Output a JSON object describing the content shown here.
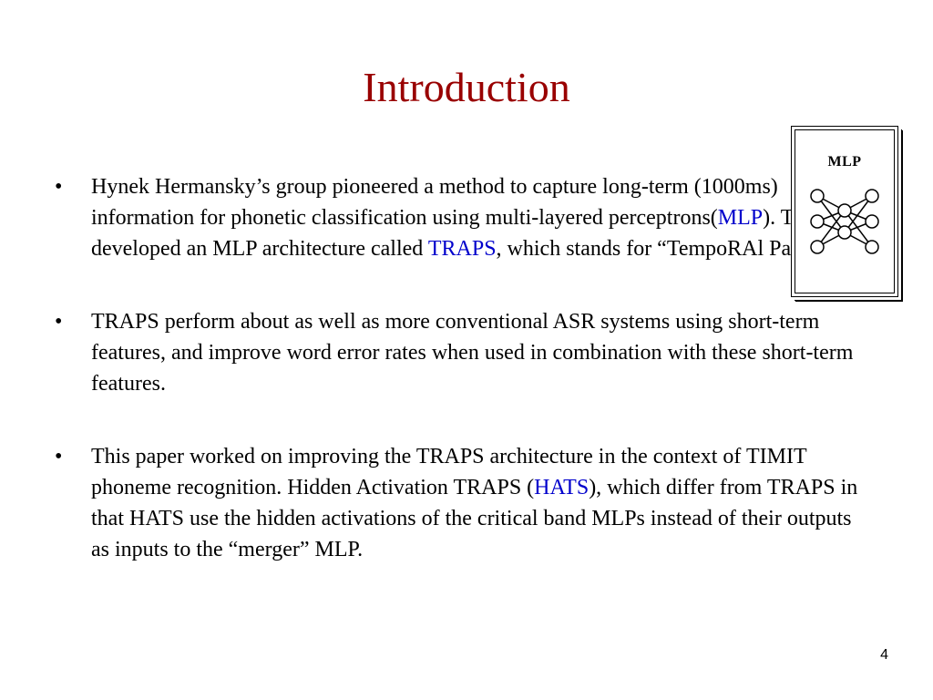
{
  "slide": {
    "title": "Introduction",
    "page_number": "4"
  },
  "bullets": [
    {
      "marker": "•",
      "text_before": "Hynek Hermansky’s group pioneered a method to capture long-term (",
      "text_mid1": "1000ms) information for phonetic classification using multi-layered perceptrons(",
      "term1": "MLP",
      "text_mid2": "). They developed an MLP architecture called ",
      "term2": "TRAPS",
      "text_after": ", which stands for “TempoRAl PatternS”"
    },
    {
      "marker": "•",
      "text": "TRAPS perform about as well as more conventional ASR systems using short-term features, and improve word error rates when used in combination with these short-term features."
    },
    {
      "marker": "•",
      "text_before": "This paper worked on improving the TRAPS architecture in the context of TIMIT phoneme recognition. Hidden Activation TRAPS (",
      "term": "HATS",
      "text_after": "), which differ from TRAPS in that HATS use the hidden activations of the critical band MLPs instead of their outputs as inputs to the “merger” MLP."
    }
  ],
  "figure": {
    "label": "MLP"
  },
  "colors": {
    "title": "#990000",
    "highlight": "#0000cc"
  }
}
